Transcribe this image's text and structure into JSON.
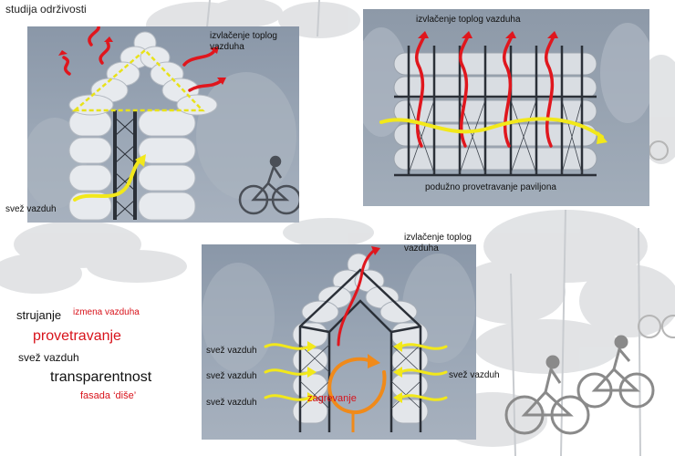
{
  "page_title": "studija održivosti",
  "panel_a": {
    "top_label": "izvlačenje toplog vazduha",
    "fresh_air_label": "svež vazduh"
  },
  "panel_b": {
    "top_label": "izvlačenje toplog vazduha",
    "bottom_label": "podužno provetravanje paviljona"
  },
  "panel_c": {
    "top_label": "izvlačenje toplog vazduha",
    "left_labels": [
      "svež vazduh",
      "svež vazduh",
      "svež vazduh"
    ],
    "right_label": "svež vazduh",
    "heating_label": "zagrevanje"
  },
  "legend": {
    "strujanje": "strujanje",
    "izmena_vazduha": "izmena vazduha",
    "provetravanje": "provetravanje",
    "svez_vazduh": "svež vazduh",
    "transparentnost": "transparentnost",
    "fasada_dise": "fasada ‘diše’"
  },
  "colors": {
    "warm_air_arrow": "#e0161d",
    "fresh_air_arrow": "#f2e81a",
    "heating_arrow": "#f08a1a",
    "legend_accent": "#d8131b",
    "roof_outline": "#e8e21a"
  },
  "icons": [
    "tree-silhouette-icon",
    "bicycle-rider-icon"
  ]
}
